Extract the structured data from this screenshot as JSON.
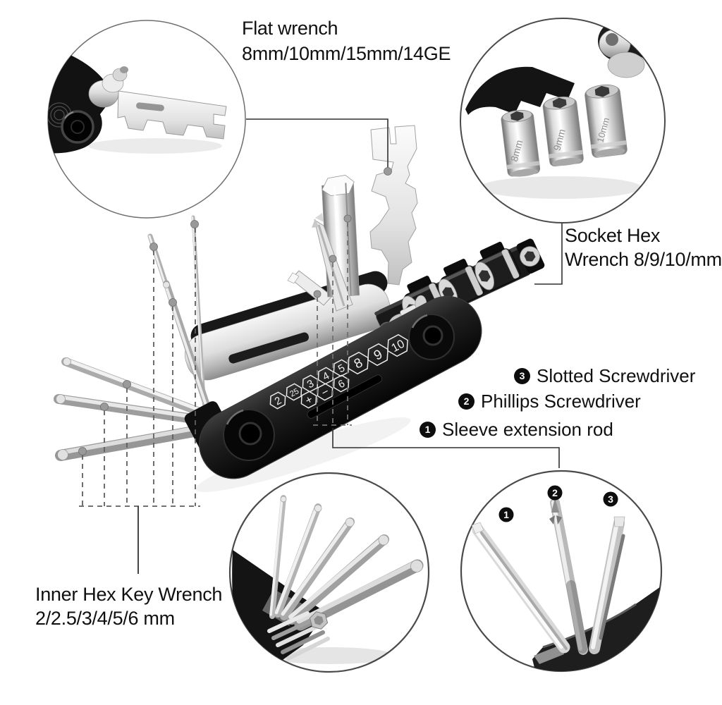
{
  "colors": {
    "background": "#ffffff",
    "annotation_line": "#2f2f2f",
    "dash_line": "#676767",
    "dot_fill": "#9a9a9a",
    "text": "#101010",
    "tool_black": "#141414",
    "chrome": "#d8d8d8"
  },
  "labels": {
    "flat_wrench": {
      "line1": "Flat wrench",
      "line2": "8mm/10mm/15mm/14GE"
    },
    "socket_hex": {
      "line1": "Socket Hex",
      "line2": "Wrench 8/9/10/mm"
    },
    "inner_hex": {
      "line1": "Inner Hex Key Wrench",
      "line2": "2/2.5/3/4/5/6 mm"
    },
    "callouts": [
      {
        "num": "3",
        "text": "Slotted Screwdriver"
      },
      {
        "num": "2",
        "text": "Phillips Screwdriver"
      },
      {
        "num": "1",
        "text": "Sleeve extension rod"
      }
    ]
  },
  "tool": {
    "badges": [
      "2",
      "25",
      "3",
      "+",
      "4",
      "−",
      "5",
      "6",
      "8",
      "9",
      "10"
    ]
  },
  "closeups": {
    "socket_labels": [
      "8mm",
      "9mm",
      "10mm"
    ],
    "bit_numbers": [
      "1",
      "2",
      "3"
    ]
  }
}
